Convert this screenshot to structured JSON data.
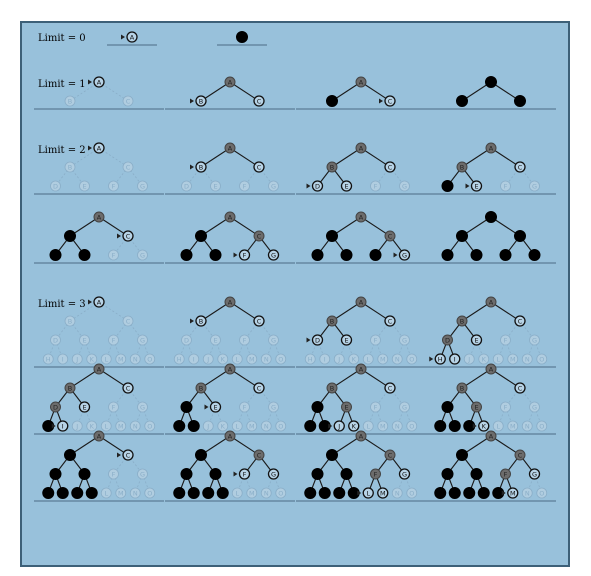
{
  "title": "Iterative deepening depth-first search, binary tree, limits 0 to 3",
  "limits": [
    {
      "label": "Limit = 0",
      "depth": 0,
      "snapshots": [
        {
          "current": "A",
          "open": [],
          "visited": [],
          "closed": []
        },
        {
          "current": null,
          "open": [],
          "visited": [],
          "closed": [
            "A"
          ]
        }
      ]
    },
    {
      "label": "Limit = 1",
      "depth": 1,
      "snapshots": [
        {
          "current": "A",
          "open": [],
          "visited": [],
          "closed": []
        },
        {
          "current": "B",
          "open": [
            "C"
          ],
          "visited": [
            "A"
          ],
          "closed": []
        },
        {
          "current": "C",
          "open": [],
          "visited": [
            "A"
          ],
          "closed": [
            "B"
          ]
        },
        {
          "current": null,
          "open": [],
          "visited": [],
          "closed": [
            "A",
            "B",
            "C"
          ]
        }
      ]
    },
    {
      "label": "Limit = 2",
      "depth": 2,
      "snapshots": [
        {
          "current": "A",
          "open": [],
          "visited": [],
          "closed": []
        },
        {
          "current": "B",
          "open": [
            "C"
          ],
          "visited": [
            "A"
          ],
          "closed": []
        },
        {
          "current": "D",
          "open": [
            "E",
            "C"
          ],
          "visited": [
            "A",
            "B"
          ],
          "closed": []
        },
        {
          "current": "E",
          "open": [
            "C"
          ],
          "visited": [
            "A",
            "B"
          ],
          "closed": [
            "D"
          ]
        },
        {
          "current": "C",
          "open": [],
          "visited": [
            "A"
          ],
          "closed": [
            "B",
            "D",
            "E"
          ]
        },
        {
          "current": "F",
          "open": [
            "G"
          ],
          "visited": [
            "A",
            "C"
          ],
          "closed": [
            "B",
            "D",
            "E"
          ]
        },
        {
          "current": "G",
          "open": [],
          "visited": [
            "A",
            "C"
          ],
          "closed": [
            "B",
            "D",
            "E",
            "F"
          ]
        },
        {
          "current": null,
          "open": [],
          "visited": [],
          "closed": [
            "A",
            "B",
            "C",
            "D",
            "E",
            "F",
            "G"
          ]
        }
      ]
    },
    {
      "label": "Limit = 3",
      "depth": 3,
      "snapshots": [
        {
          "current": "A",
          "open": [],
          "visited": [],
          "closed": []
        },
        {
          "current": "B",
          "open": [
            "C"
          ],
          "visited": [
            "A"
          ],
          "closed": []
        },
        {
          "current": "D",
          "open": [
            "E",
            "C"
          ],
          "visited": [
            "A",
            "B"
          ],
          "closed": []
        },
        {
          "current": "H",
          "open": [
            "I",
            "E",
            "C"
          ],
          "visited": [
            "A",
            "B",
            "D"
          ],
          "closed": []
        },
        {
          "current": "I",
          "open": [
            "E",
            "C"
          ],
          "visited": [
            "A",
            "B",
            "D"
          ],
          "closed": [
            "H"
          ]
        },
        {
          "current": "E",
          "open": [
            "C"
          ],
          "visited": [
            "A",
            "B"
          ],
          "closed": [
            "D",
            "H",
            "I"
          ]
        },
        {
          "current": "J",
          "open": [
            "K",
            "C"
          ],
          "visited": [
            "A",
            "B",
            "E"
          ],
          "closed": [
            "D",
            "H",
            "I"
          ]
        },
        {
          "current": "K",
          "open": [
            "C"
          ],
          "visited": [
            "A",
            "B",
            "E"
          ],
          "closed": [
            "D",
            "H",
            "I",
            "J"
          ]
        },
        {
          "current": "C",
          "open": [],
          "visited": [
            "A"
          ],
          "closed": [
            "B",
            "D",
            "E",
            "H",
            "I",
            "J",
            "K"
          ]
        },
        {
          "current": "F",
          "open": [
            "G"
          ],
          "visited": [
            "A",
            "C"
          ],
          "closed": [
            "B",
            "D",
            "E",
            "H",
            "I",
            "J",
            "K"
          ]
        },
        {
          "current": "L",
          "open": [
            "M",
            "G"
          ],
          "visited": [
            "A",
            "C",
            "F"
          ],
          "closed": [
            "B",
            "D",
            "E",
            "H",
            "I",
            "J",
            "K"
          ]
        },
        {
          "current": "M",
          "open": [
            "G"
          ],
          "visited": [
            "A",
            "C",
            "F"
          ],
          "closed": [
            "B",
            "D",
            "E",
            "H",
            "I",
            "J",
            "K",
            "L"
          ]
        }
      ]
    }
  ],
  "colors": {
    "panel_bg": "#98c1db",
    "panel_border": "#3d6078",
    "edge_active": "#1a1a1a",
    "edge_unexplored": "#8aaec8",
    "node_visited": "#6c6c6c",
    "node_closed": "#000000",
    "node_open_fill": "#b7d3e6",
    "node_unexplored": "#b0cde0",
    "baseline": "#5b7d96"
  }
}
